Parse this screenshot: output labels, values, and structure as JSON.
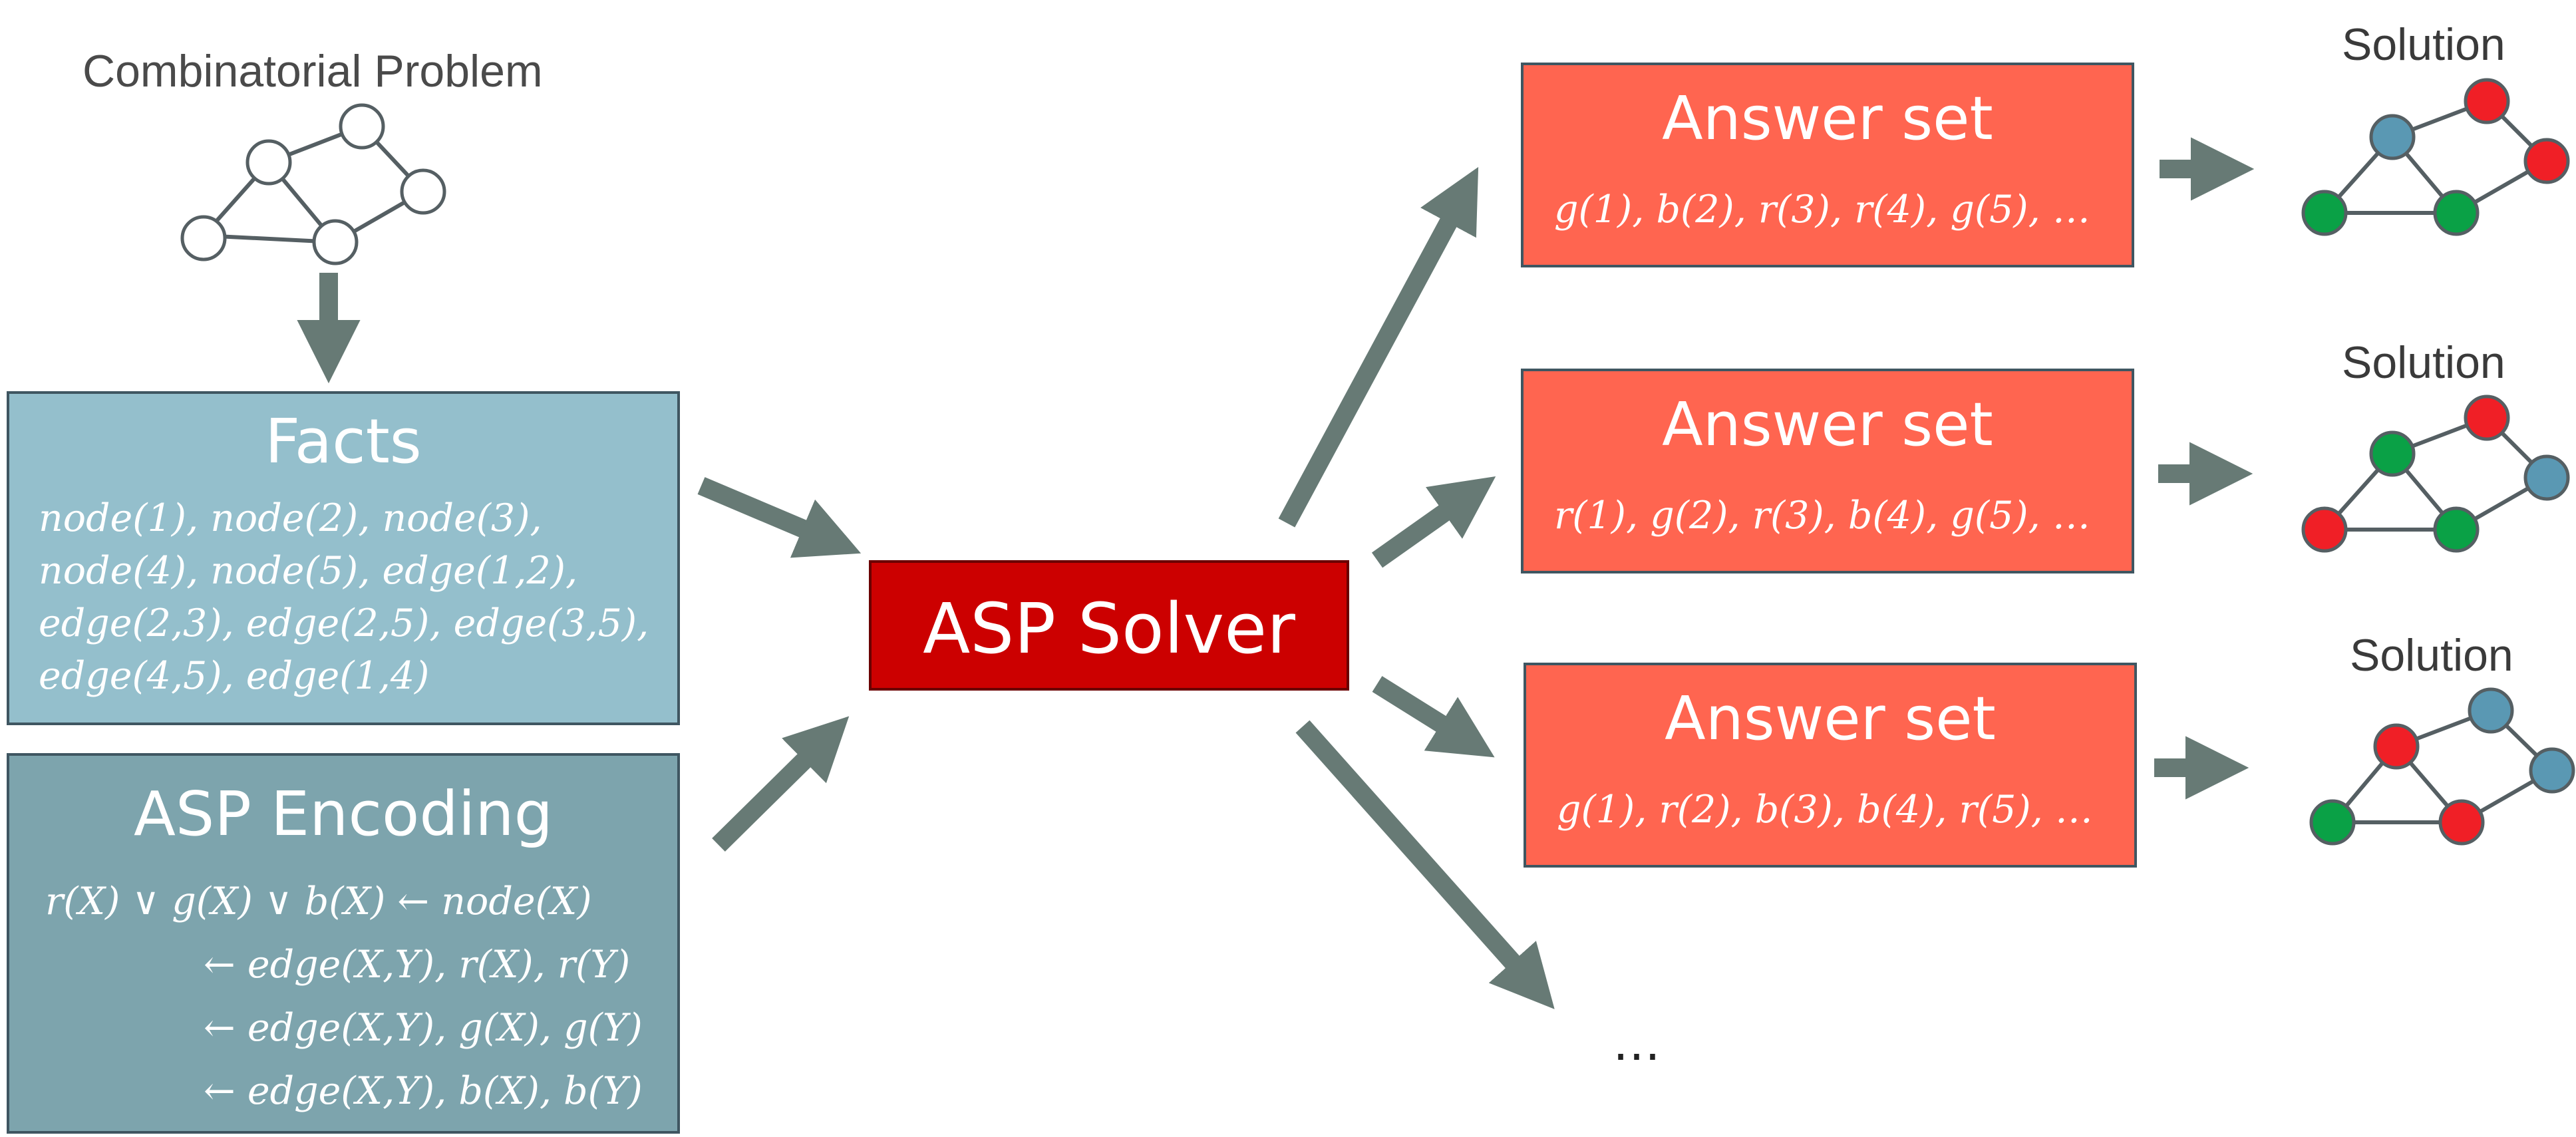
{
  "problem": {
    "label": "Combinatorial Problem"
  },
  "facts": {
    "title": "Facts",
    "lines": [
      "node(1), node(2), node(3),",
      "node(4), node(5), edge(1,2),",
      "edge(2,3), edge(2,5), edge(3,5),",
      "edge(4,5), edge(1,4)"
    ]
  },
  "encoding": {
    "title": "ASP Encoding",
    "lines": [
      "r(X) ∨ g(X) ∨ b(X) ← node(X)",
      "← edge(X,Y), r(X), r(Y)",
      "← edge(X,Y), g(X), g(Y)",
      "← edge(X,Y), b(X), b(Y)"
    ]
  },
  "solver": {
    "title": "ASP Solver"
  },
  "answer_sets": [
    {
      "title": "Answer set",
      "atoms": "g(1), b(2), r(3), r(4), g(5),  …"
    },
    {
      "title": "Answer set",
      "atoms": "r(1), g(2), r(3), b(4), g(5),  …"
    },
    {
      "title": "Answer set",
      "atoms": "g(1), r(2), b(3), b(4), r(5),  …"
    }
  ],
  "more": "…",
  "solutions": [
    {
      "label": "Solution",
      "node_colors": [
        "green",
        "blue",
        "red",
        "red",
        "green"
      ]
    },
    {
      "label": "Solution",
      "node_colors": [
        "red",
        "green",
        "red",
        "blue",
        "green"
      ]
    },
    {
      "label": "Solution",
      "node_colors": [
        "green",
        "red",
        "blue",
        "blue",
        "red"
      ]
    }
  ],
  "colors": {
    "facts_box": "#94bfcc",
    "encoding_box": "#7da4ad",
    "solver_box": "#cc0000",
    "answer_box": "#ff6550",
    "arrow": "#677a75",
    "node_red": "#f01f26",
    "node_green": "#0aa146",
    "node_blue": "#5a98b3",
    "node_outline": "#555f63"
  }
}
